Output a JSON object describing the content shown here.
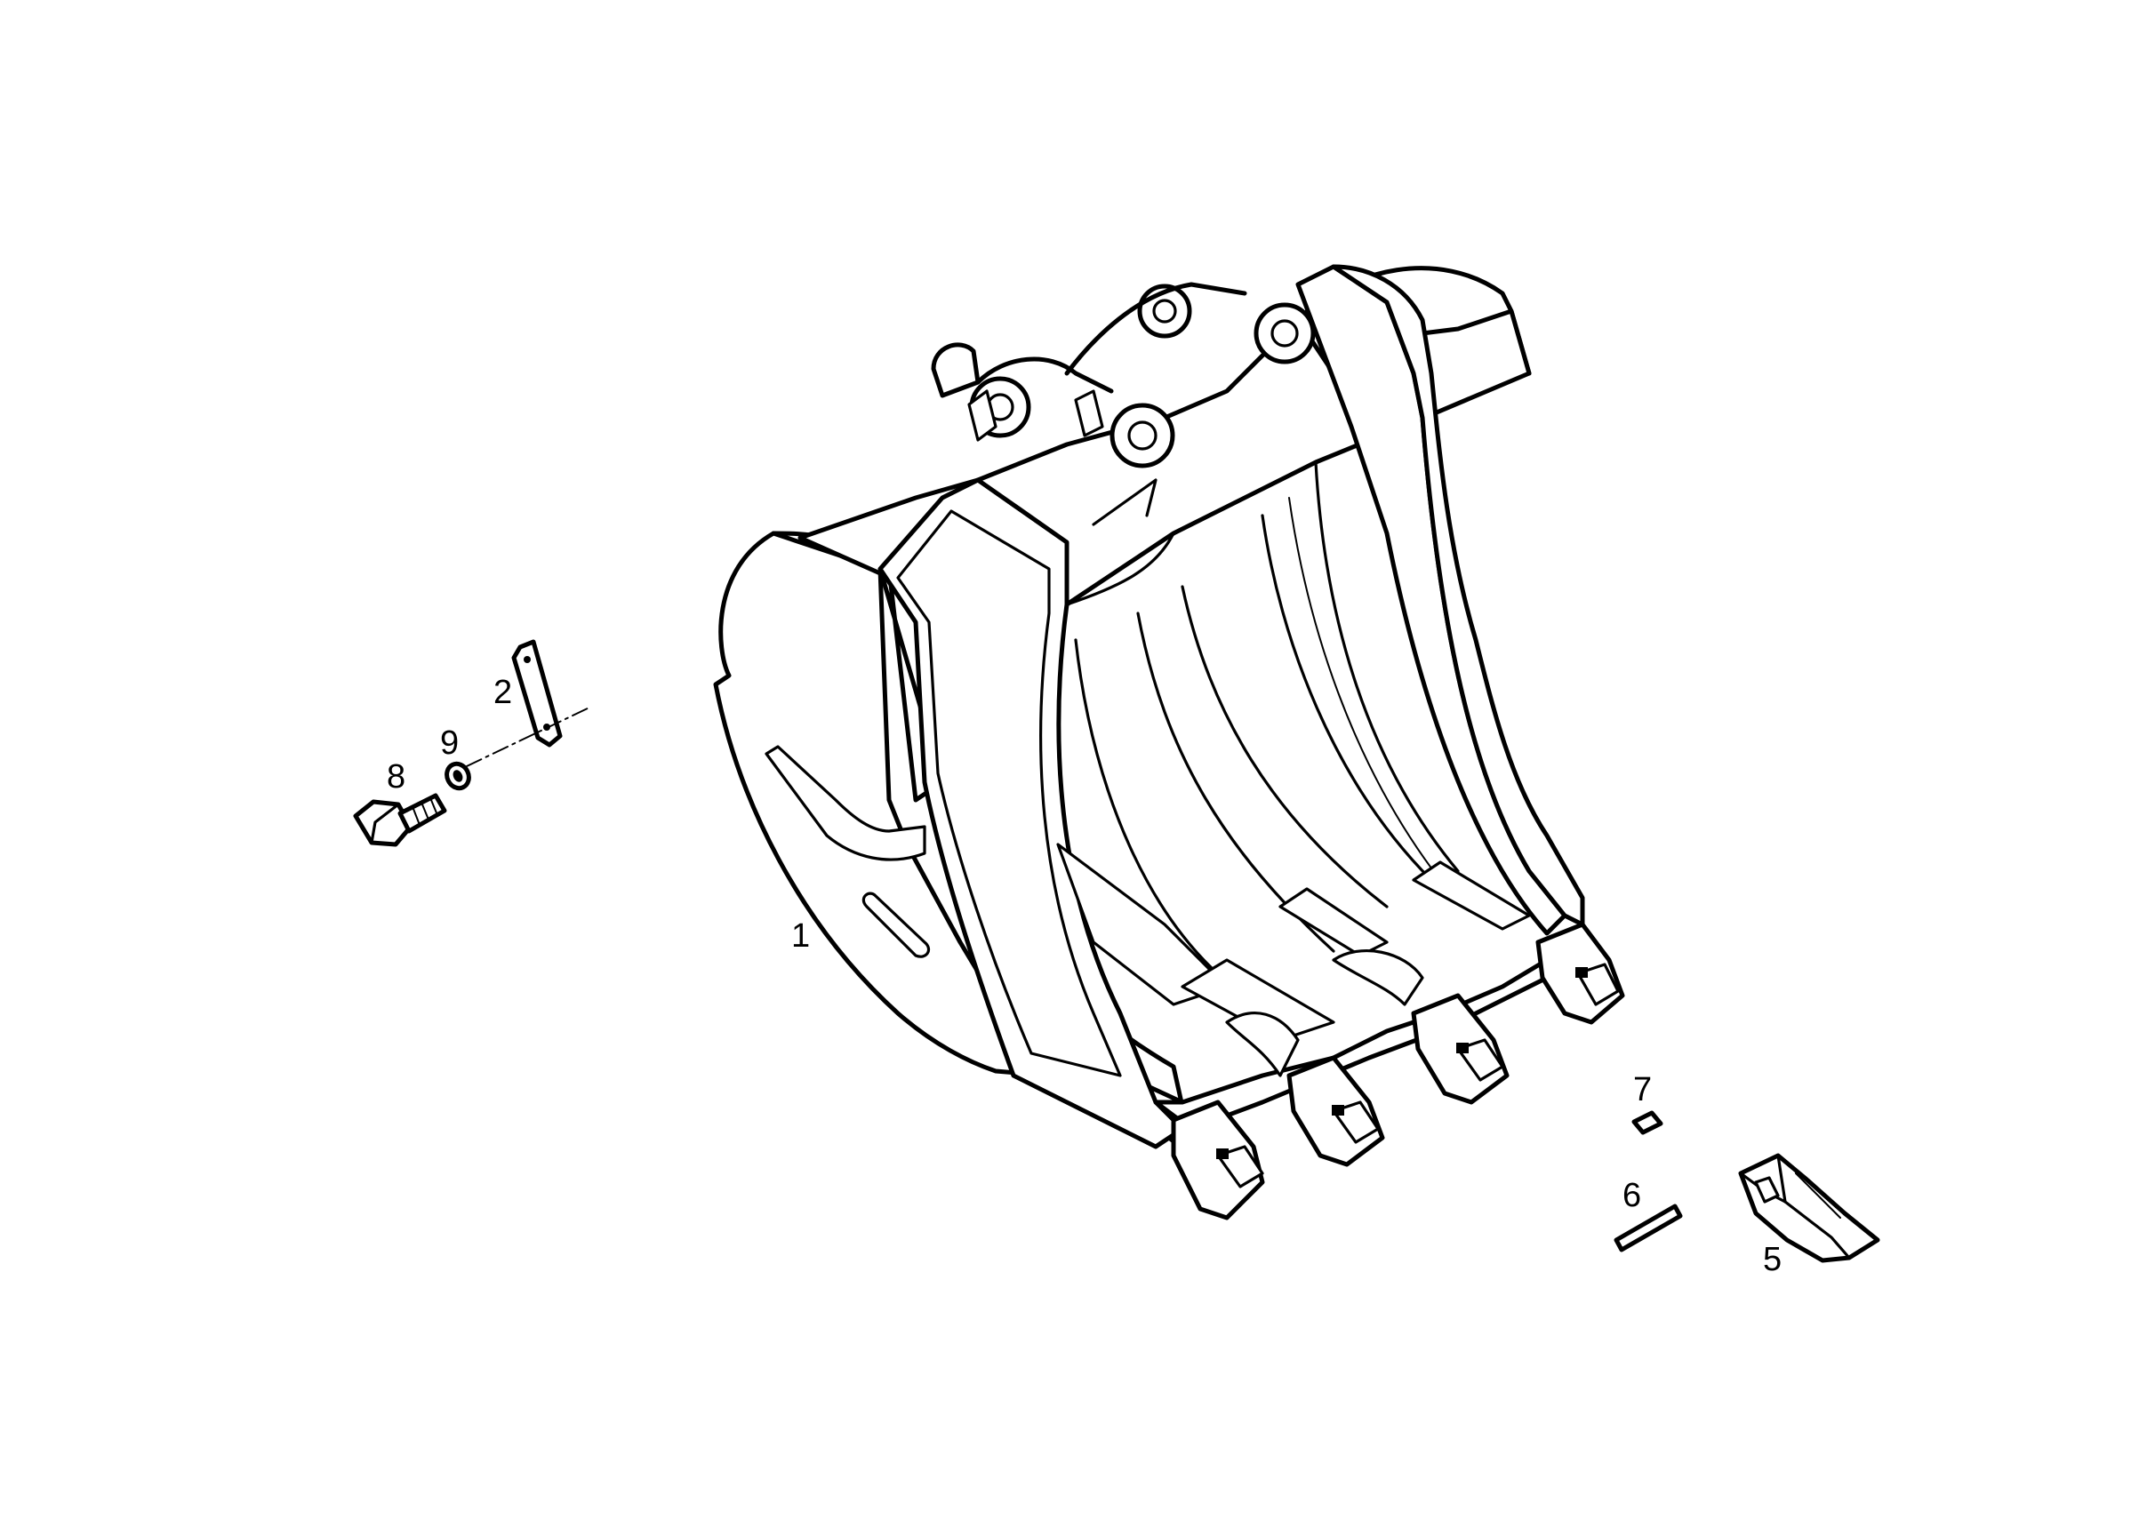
{
  "parts": [
    {
      "id": "part-1",
      "label": "1"
    },
    {
      "id": "part-2",
      "label": "2"
    },
    {
      "id": "part-5",
      "label": "5"
    },
    {
      "id": "part-6",
      "label": "6"
    },
    {
      "id": "part-7",
      "label": "7"
    },
    {
      "id": "part-8",
      "label": "8"
    },
    {
      "id": "part-9",
      "label": "9"
    }
  ]
}
